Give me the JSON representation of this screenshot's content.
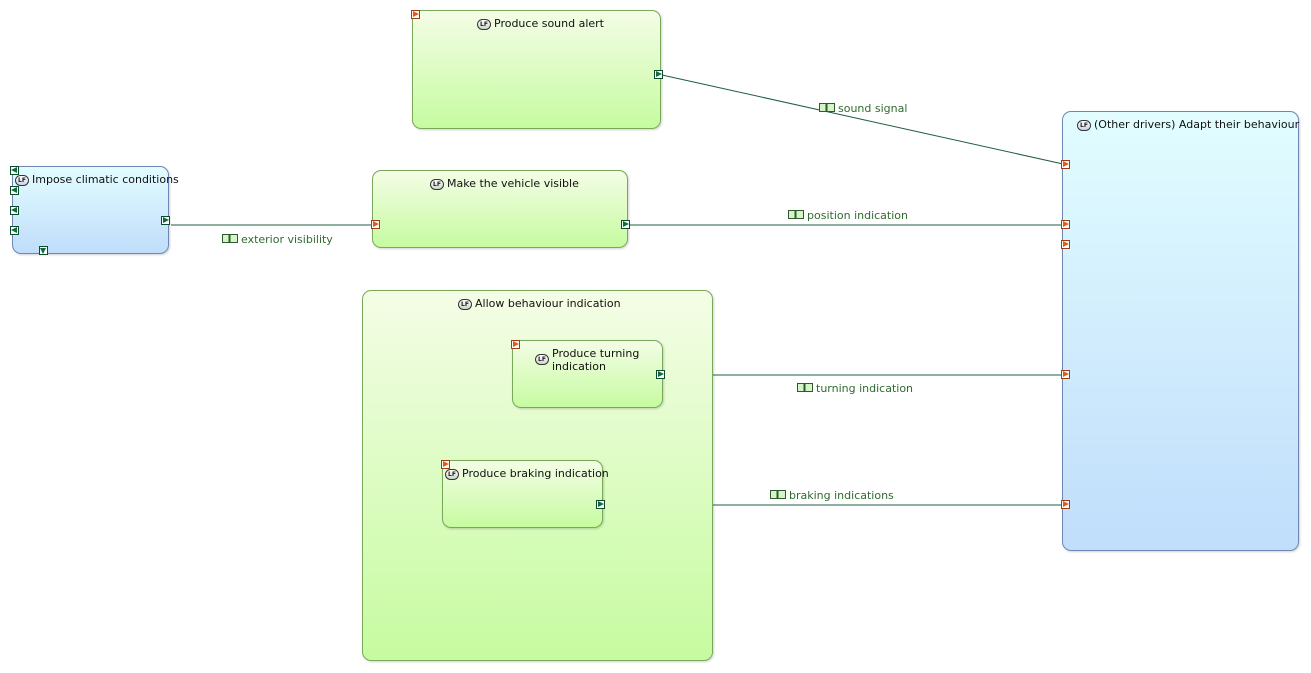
{
  "functions": {
    "produce_sound_alert": "Produce sound alert",
    "other_drivers": "(Other drivers) Adapt their behaviour",
    "impose_climatic": "Impose climatic conditions",
    "make_visible": "Make the vehicle visible",
    "allow_behaviour": "Allow behaviour indication",
    "produce_turning_1": "Produce turning",
    "produce_turning_2": "indication",
    "produce_braking": "Produce braking indication"
  },
  "icon_text": "LF",
  "exchanges": {
    "sound_signal": "sound signal",
    "exterior_visibility": "exterior visibility",
    "position_indication": "position indication",
    "turning_indication": "turning indication",
    "braking_indications": "braking indications"
  },
  "colors": {
    "function_fill_top": "#f4fde6",
    "function_fill_bottom": "#c6fba0",
    "actor_fill_top": "#e2fdff",
    "actor_fill_bottom": "#c0ddfb",
    "link": "#1e5e3c",
    "input_port": "#e05a1c",
    "output_port": "#0f6b3a",
    "exchange_label": "#2f6b2f"
  }
}
